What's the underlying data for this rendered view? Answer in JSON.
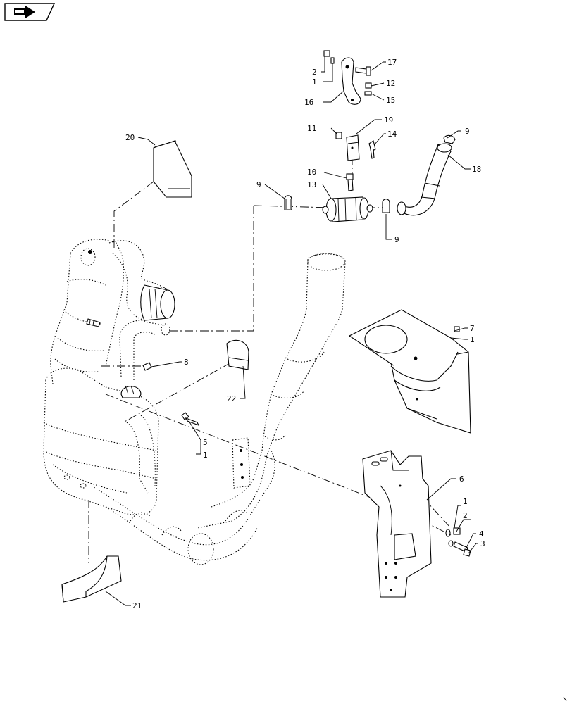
{
  "nav": {
    "icon": "next-page-arrow-icon"
  },
  "callouts": {
    "c2_top": "2",
    "c1_top": "1",
    "c17": "17",
    "c12": "12",
    "c15": "15",
    "c16": "16",
    "c19": "19",
    "c11": "11",
    "c14": "14",
    "c9_top": "9",
    "c18": "18",
    "c10": "10",
    "c13": "13",
    "c9_left": "9",
    "c9_bottom": "9",
    "c20": "20",
    "c8": "8",
    "c22": "22",
    "c5": "5",
    "c1_mid": "1",
    "c7": "7",
    "c1_right": "1",
    "c6": "6",
    "c1_lower": "1",
    "c2_lower": "2",
    "c4": "4",
    "c3": "3",
    "c21": "21"
  }
}
